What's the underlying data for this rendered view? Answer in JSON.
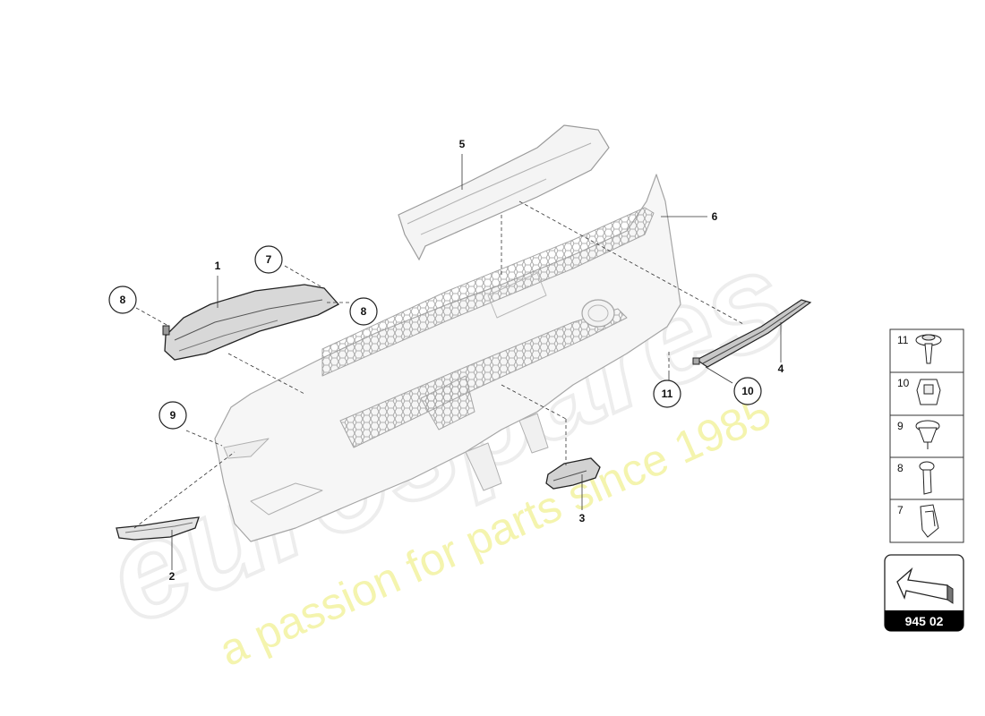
{
  "callouts": {
    "c1": "1",
    "c2": "2",
    "c3": "3",
    "c4": "4",
    "c5": "5",
    "c6": "6",
    "c7": "7",
    "c8a": "8",
    "c8b": "8",
    "c9": "9",
    "c10": "10",
    "c11": "11"
  },
  "legend": [
    {
      "num": "11",
      "icon": "screw-washer-icon"
    },
    {
      "num": "10",
      "icon": "clip-nut-icon"
    },
    {
      "num": "9",
      "icon": "rivet-icon"
    },
    {
      "num": "8",
      "icon": "bolt-icon"
    },
    {
      "num": "7",
      "icon": "bracket-clip-icon"
    }
  ],
  "reference": {
    "code": "945 02",
    "icon": "direction-arrow-icon"
  },
  "watermark": {
    "brand": "eurospares",
    "tagline": "a passion for parts since 1985"
  },
  "colors": {
    "line": "#222222",
    "part_light": "#b8b8b8",
    "ref_bg": "#000000",
    "watermark_text": "#f3f3a6"
  }
}
